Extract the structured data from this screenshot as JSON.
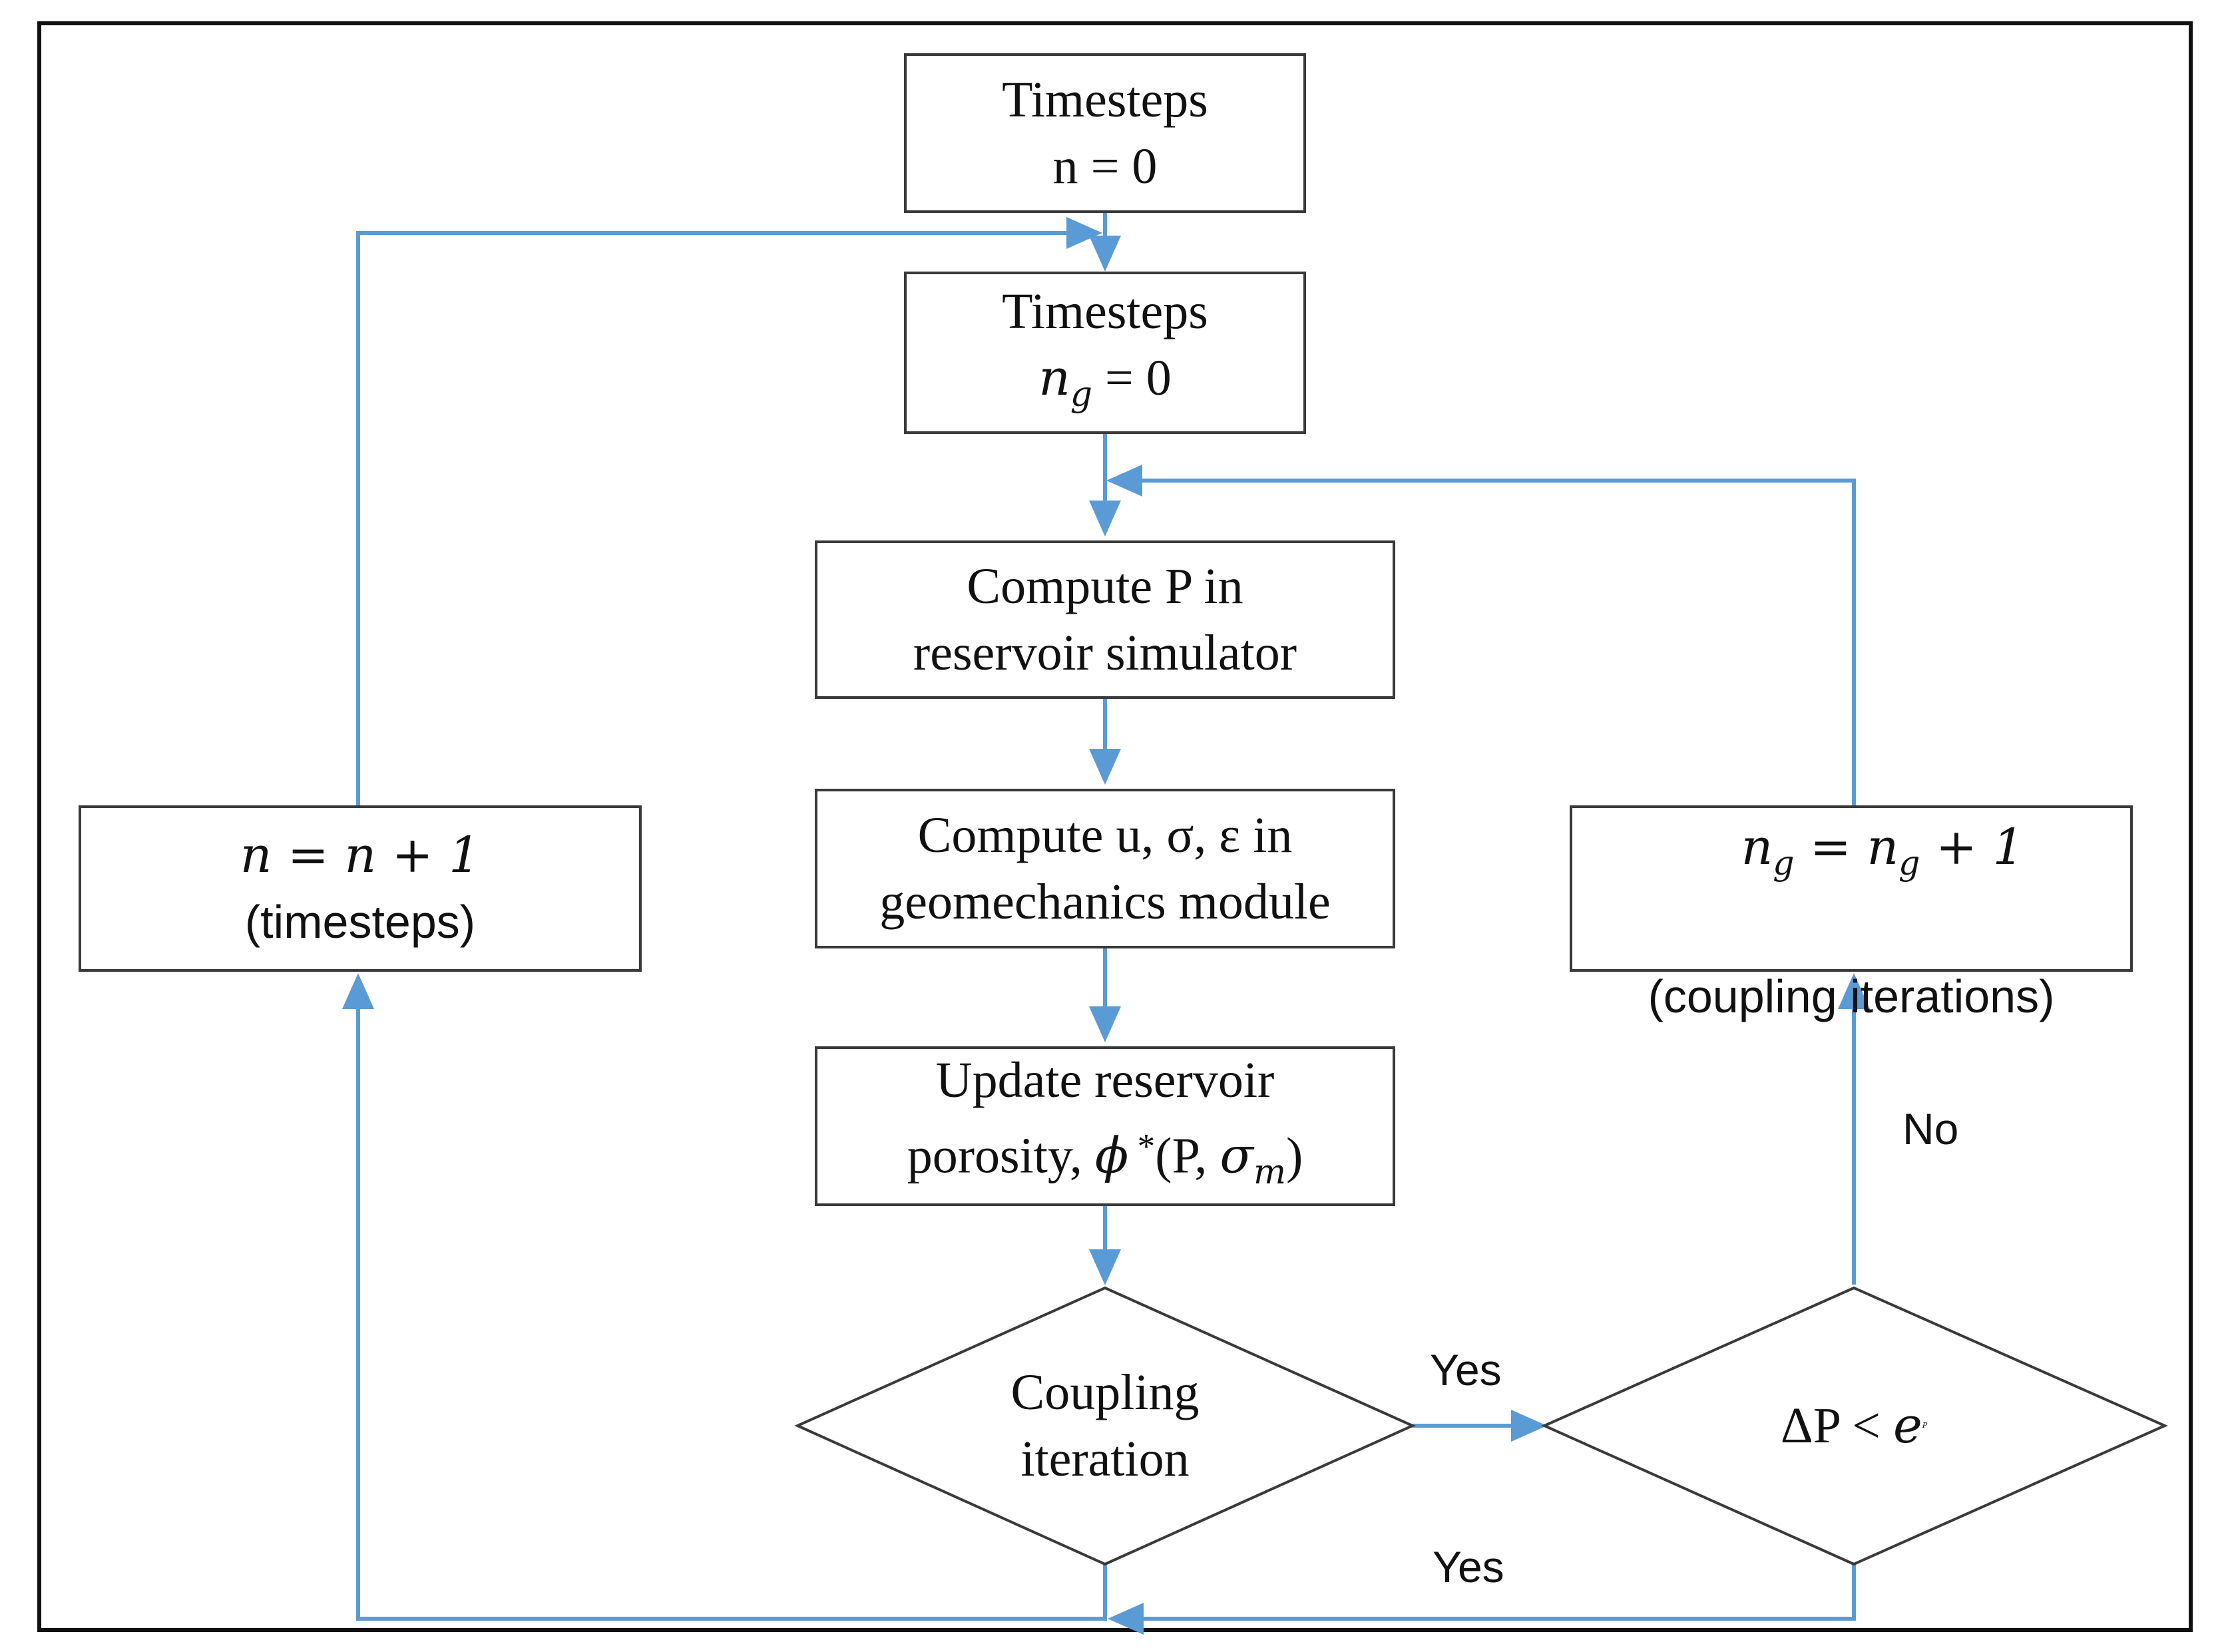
{
  "colors": {
    "connector": "#5b9bd5",
    "border": "#3a3a3a",
    "frame": "#111111"
  },
  "nodes": {
    "timesteps_n": {
      "title": "Timesteps",
      "expr": "n = 0"
    },
    "timesteps_ng": {
      "title": "Timesteps",
      "expr_var": "n",
      "expr_sub": "g",
      "expr_rest": " = 0"
    },
    "compute_p": {
      "line1": "Compute P in",
      "line2": "reservoir simulator"
    },
    "compute_geo": {
      "line1": "Compute u, σ, ε in",
      "line2": "geomechanics module"
    },
    "update_porosity": {
      "line1": "Update reservoir",
      "line2_prefix": "porosity, ",
      "phi": "ϕ",
      "star": " *",
      "args_open": "(P, ",
      "sigma": "σ",
      "sigma_sub": "m",
      "args_close": ")"
    },
    "coupling_iteration": {
      "line1": "Coupling",
      "line2": "iteration"
    },
    "convergence_check": {
      "delta": "ΔP < ",
      "e": "e",
      "e_sub": "P"
    },
    "increment_n": {
      "expr": "n = n + 1",
      "caption": "(timesteps)"
    },
    "increment_ng": {
      "var": "n",
      "sub": "g",
      "mid": " = n",
      "sub2": "g",
      "rest": " + 1",
      "caption": "(coupling iterations)"
    }
  },
  "edge_labels": {
    "yes_to_check": "Yes",
    "no_loop": "No",
    "yes_converged": "Yes"
  }
}
